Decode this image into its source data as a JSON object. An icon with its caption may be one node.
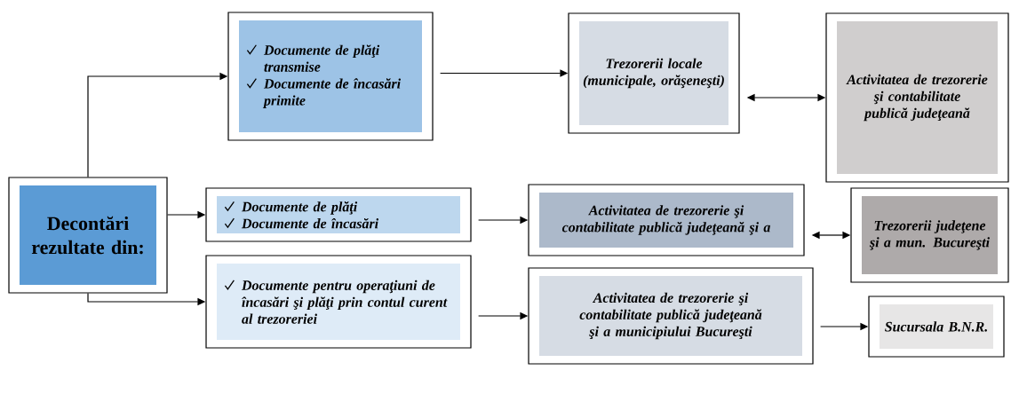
{
  "diagram": {
    "nodes": [
      {
        "text": [
          "Decontări rezultate din:"
        ]
      },
      {
        "text": [
          "Documente de plăţi transmise",
          "Documente de încasări primite"
        ]
      },
      {
        "text": [
          "Trezorerii locale (municipale, orăşeneşti)"
        ]
      },
      {
        "text": [
          "Activitatea de trezorerie şi contabilitate publică judeţeană"
        ]
      },
      {
        "text": [
          "Documente de plăţi",
          "Documente de încasări"
        ]
      },
      {
        "text": [
          "Documente pentru operaţiuni de încasări şi plăţi prin contul curent al trezoreriei"
        ]
      },
      {
        "text": [
          "Activitatea de trezorerie şi contabilitate publică judeţeană şi a"
        ]
      },
      {
        "text": [
          "Trezorerii judeţene şi a mun. Bucureşti"
        ]
      },
      {
        "text": [
          "Activitatea de trezorerie şi contabilitate publică judeţeană şi a municipiului Bucureşti"
        ]
      },
      {
        "text": [
          "Sucursala B.N.R."
        ]
      }
    ],
    "edges": [
      {
        "from": 0,
        "to": 1,
        "arrow": "to"
      },
      {
        "from": 0,
        "to": 4,
        "arrow": "to"
      },
      {
        "from": 0,
        "to": 5,
        "arrow": "to"
      },
      {
        "from": 1,
        "to": 2,
        "arrow": "to"
      },
      {
        "from": 2,
        "to": 3,
        "arrow": "both"
      },
      {
        "from": 4,
        "to": 6,
        "arrow": "to"
      },
      {
        "from": 5,
        "to": 8,
        "arrow": "to"
      },
      {
        "from": 6,
        "to": 7,
        "arrow": "both"
      },
      {
        "from": 8,
        "to": 9,
        "arrow": "to"
      }
    ]
  }
}
